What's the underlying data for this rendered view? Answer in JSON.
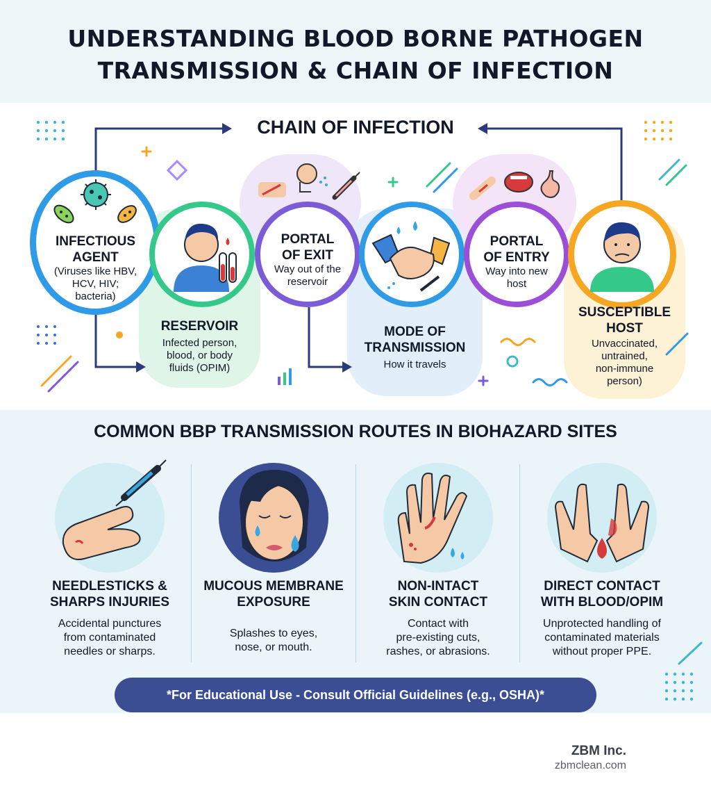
{
  "header": {
    "title_line1": "UNDERSTANDING BLOOD BORNE PATHOGEN",
    "title_line2": "TRANSMISSION & CHAIN OF INFECTION"
  },
  "chain": {
    "heading": "CHAIN OF INFECTION",
    "steps": [
      {
        "title_l1": "INFECTIOUS",
        "title_l2": "AGENT",
        "desc_l1": "(Viruses like HBV,",
        "desc_l2": "HCV, HIV;",
        "desc_l3": "bacteria)"
      },
      {
        "title_l1": "RESERVOIR",
        "desc_l1": "Infected person,",
        "desc_l2": "blood, or body",
        "desc_l3": "fluids (OPIM)"
      },
      {
        "title_l1": "PORTAL",
        "title_l2": "OF EXIT",
        "desc_l1": "Way out of the",
        "desc_l2": "reservoir"
      },
      {
        "title_l1": "MODE OF",
        "title_l2": "TRANSMISSION",
        "desc_l1": "How it travels"
      },
      {
        "title_l1": "PORTAL",
        "title_l2": "OF ENTRY",
        "desc_l1": "Way into new",
        "desc_l2": "host"
      },
      {
        "title_l1": "SUSCEPTIBLE",
        "title_l2": "HOST",
        "desc_l1": "Unvaccinated,",
        "desc_l2": "untrained,",
        "desc_l3": "non-immune",
        "desc_l4": "person)"
      }
    ]
  },
  "routes": {
    "heading": "COMMON BBP TRANSMISSION ROUTES IN BIOHAZARD SITES",
    "items": [
      {
        "title_l1": "NEEDLESTICKS &",
        "title_l2": "SHARPS INJURIES",
        "desc_l1": "Accidental punctures",
        "desc_l2": "from contaminated",
        "desc_l3": "needles or sharps."
      },
      {
        "title_l1": "MUCOUS MEMBRANE",
        "title_l2": "EXPOSURE",
        "desc_l1": "Splashes to eyes,",
        "desc_l2": "nose, or mouth."
      },
      {
        "title_l1": "NON-INTACT",
        "title_l2": "SKIN CONTACT",
        "desc_l1": "Contact with",
        "desc_l2": "pre-existing cuts,",
        "desc_l3": "rashes, or abrasions."
      },
      {
        "title_l1": "DIRECT CONTACT",
        "title_l2": "WITH BLOOD/OPIM",
        "desc_l1": "Unprotected handling of",
        "desc_l2": "contaminated materials",
        "desc_l3": "without proper PPE."
      }
    ]
  },
  "footer": {
    "disclaimer": "*For Educational Use - Consult Official Guidelines (e.g., OSHA)*",
    "brand": "ZBM Inc.",
    "url": "zbmclean.com"
  },
  "colors": {
    "blue": "#2f9be6",
    "green": "#34c98a",
    "purple": "#7b5cd6",
    "orange": "#f5a623",
    "navy": "#3b4e93",
    "skin": "#f6c9a6",
    "blood": "#d63a3a",
    "drop": "#3aa6e0"
  }
}
